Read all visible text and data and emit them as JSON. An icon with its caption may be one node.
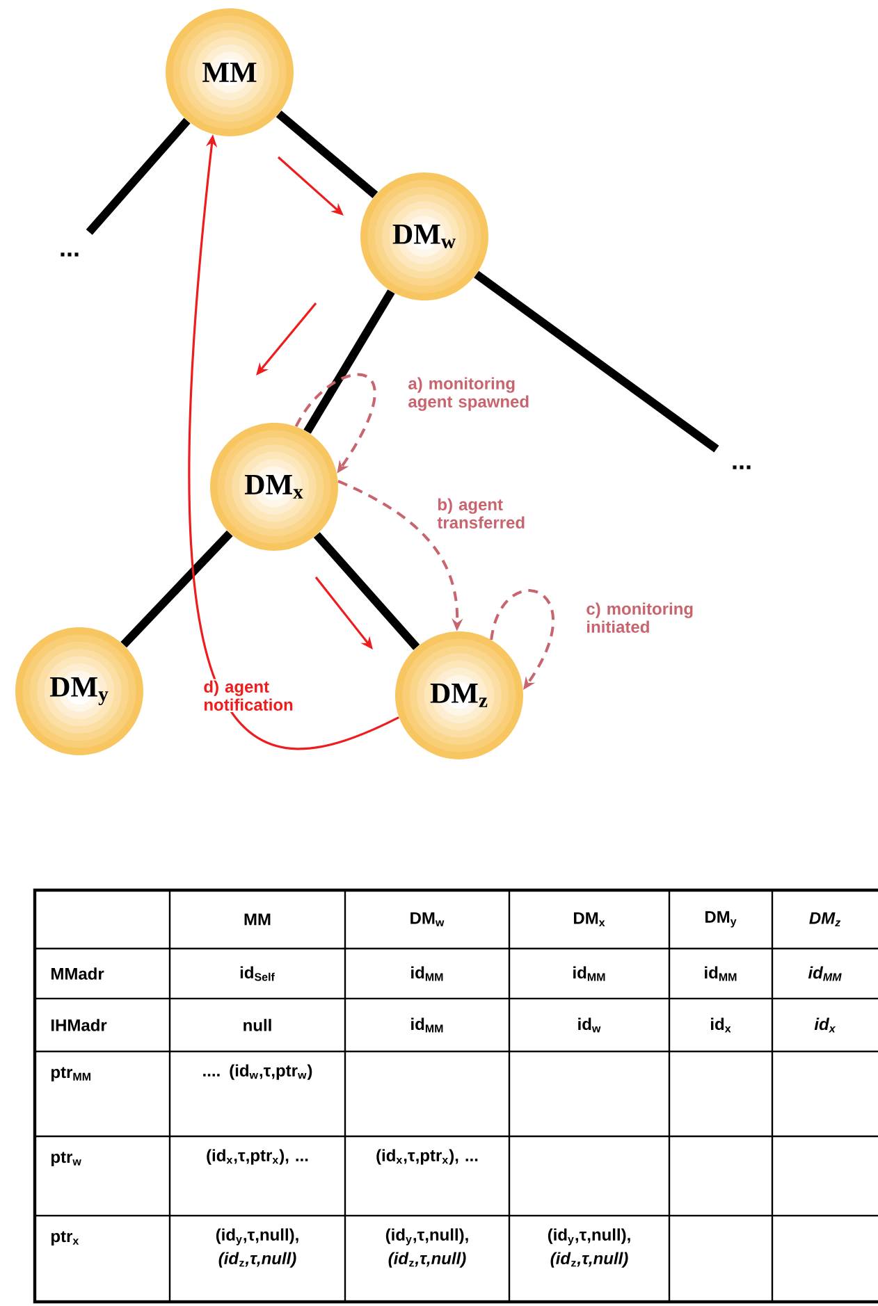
{
  "diagram": {
    "nodes": [
      {
        "text": [
          "MM"
        ]
      },
      {
        "text": [
          "..."
        ]
      },
      {
        "text": [
          "DM$_{w}$"
        ]
      },
      {
        "text": [
          "DM$_{x}$"
        ]
      },
      {
        "text": [
          "..."
        ]
      },
      {
        "text": [
          "DM$_{y}$"
        ]
      },
      {
        "text": [
          "DM$_{z}$"
        ]
      }
    ],
    "edges": [
      {
        "from": 0,
        "to": 2,
        "arrow": "none"
      },
      {
        "from": 0,
        "to": 1,
        "arrow": "none"
      },
      {
        "from": 2,
        "to": 3,
        "arrow": "none"
      },
      {
        "from": 2,
        "to": 4,
        "arrow": "none"
      },
      {
        "from": 3,
        "to": 5,
        "arrow": "none"
      },
      {
        "from": 3,
        "to": 6,
        "arrow": "none"
      },
      {
        "from": 3,
        "to": 3,
        "arrow": "to",
        "style": "dashed",
        "color": "#c8646e",
        "label": "a) monitoring agent spawned"
      },
      {
        "from": 3,
        "to": 6,
        "arrow": "to",
        "style": "dashed",
        "color": "#c8646e",
        "label": "b) agent transferred"
      },
      {
        "from": 6,
        "to": 6,
        "arrow": "to",
        "style": "dashed",
        "color": "#c8646e",
        "label": "c) monitoring initiated"
      },
      {
        "from": 6,
        "to": 0,
        "arrow": "to",
        "color": "#ee1c1c",
        "label": "d) agent notification"
      }
    ],
    "labels": [
      "MM",
      "DM$_{w}$",
      "DM$_{x}$",
      "DM$_{y}$",
      "DM$_{z}$",
      "MMadr",
      "id$_{Self}$",
      "id$_{MM}$",
      "id$_{MM}$",
      "id$_{MM}$",
      "id$_{MM}$",
      "IHMadr",
      "null",
      "id$_{MM}$",
      "id$_{w}$",
      "id$_{x}$",
      "id$_{x}$",
      "ptr$_{MM}$",
      ".... (id$_{w}$,τ,ptr$_{w}$)",
      "ptr$_{w}$",
      "(id$_{x}$,τ,ptr$_{x}$), ...",
      "(id$_{x}$,τ,ptr$_{x}$), ...",
      "ptr$_{x}$",
      "(id$_{y}$,τ,null), *(id*$_{z}$*,τ,null)*",
      "(id$_{y}$,τ,null), *(id*$_{z}$*,τ,null)*",
      "(id$_{y}$,τ,null), *(id*$_{z}$*,τ,null)*"
    ]
  }
}
